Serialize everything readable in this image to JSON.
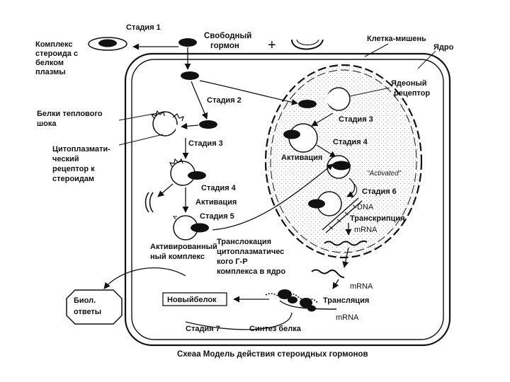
{
  "labels": {
    "stage1": "Стадия 1",
    "free_hormone_1": "Свободный",
    "free_hormone_2": "гормон",
    "plus": "+",
    "target_cell": "Клетка-мишень",
    "nucleus": "Ядро",
    "complex_1": "Комплекс",
    "complex_2": "стероида с",
    "complex_3": "белком",
    "complex_4": "плазмы",
    "stage2": "Стадия 2",
    "nuclear_receptor_1": "Ядеоный",
    "nuclear_receptor_2": "рецептор",
    "heat_shock_1": "Белки теплового",
    "heat_shock_2": "шока",
    "stage3_nuc": "Стадия 3",
    "stage3_cyt": "Стадия 3",
    "stage4_nuc": "Стадия 4",
    "activation_nuc": "Активация",
    "cyto_receptor_1": "Цитоплазмати-",
    "cyto_receptor_2": "ческий",
    "cyto_receptor_3": "рецептор к",
    "cyto_receptor_4": "стероидам",
    "activated": "\"Activated\"",
    "stage4_cyt": "Стадия 4",
    "activation_cyt": "Активация",
    "stage6": "Стадия 6",
    "dna": "DNA",
    "stage5": "Стадия 5",
    "transcription": "Транскрипция",
    "mrna_1": "mRNA",
    "translocation_1": "Транслокация",
    "translocation_2": "цитоплазматичес",
    "translocation_3": "кого Г-Р",
    "translocation_4": "комплекса в ядро",
    "activated_complex_1": "Активированный",
    "activated_complex_2": "ный комплекс",
    "mrna_2": "mRNA",
    "biol_1": "Биол.",
    "biol_2": "ответы",
    "new_protein": "Новыйбелок",
    "translation": "Трансляция",
    "mrna_3": "mRNA",
    "stage7": "Стадия 7",
    "synthesis": "Синтез белка",
    "caption": "Схеаа Модель действия стероидных гормонов"
  }
}
